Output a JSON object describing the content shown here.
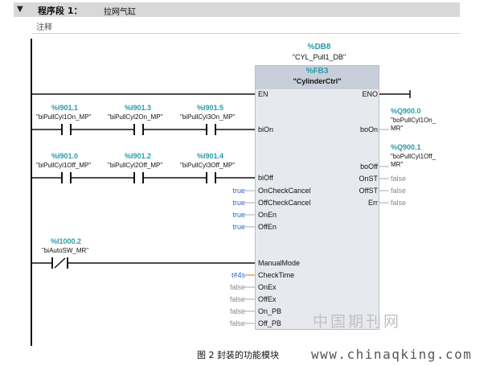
{
  "network": {
    "collapse_icon": "triangle-down-icon",
    "title": "程序段 1：",
    "name": "拉网气缸",
    "comment": "注释"
  },
  "block": {
    "db_address": "%DB8",
    "db_name": "\"CYL_Pull1_DB\"",
    "fb_address": "%FB3",
    "fb_name": "\"CylinderCtrl\""
  },
  "inputs": [
    {
      "label": "EN"
    },
    {
      "label": "biOn"
    },
    {
      "label": "biOff"
    },
    {
      "label": "OnCheckCancel",
      "value": "true"
    },
    {
      "label": "OffCheckCancel",
      "value": "true"
    },
    {
      "label": "OnEn",
      "value": "true"
    },
    {
      "label": "OffEn",
      "value": "true"
    },
    {
      "label": "ManualMode"
    },
    {
      "label": "CheckTime",
      "value": "t#4s"
    },
    {
      "label": "OnEx",
      "value": "false"
    },
    {
      "label": "OffEx",
      "value": "false"
    },
    {
      "label": "On_PB",
      "value": "false"
    },
    {
      "label": "Off_PB",
      "value": "false"
    }
  ],
  "outputs": [
    {
      "label": "ENO"
    },
    {
      "label": "boOn",
      "address": "%Q900.0",
      "symbol_line1": "\"boPullCyl1On_",
      "symbol_line2": "MR\""
    },
    {
      "label": "boOff",
      "address": "%Q900.1",
      "symbol_line1": "\"boPullCyl1Off_",
      "symbol_line2": "MR\""
    },
    {
      "label": "OnST",
      "value": "false"
    },
    {
      "label": "OffST",
      "value": "false"
    },
    {
      "label": "Err",
      "value": "false"
    }
  ],
  "contacts_on": [
    {
      "address": "%I901.1",
      "symbol": "\"biPullCyl1On_MP\""
    },
    {
      "address": "%I901.3",
      "symbol": "\"biPullCyl2On_MP\""
    },
    {
      "address": "%I901.5",
      "symbol": "\"biPullCyl3On_MP\""
    }
  ],
  "contacts_off": [
    {
      "address": "%I901.0",
      "symbol": "\"biPullCyl1Off_MP\""
    },
    {
      "address": "%I901.2",
      "symbol": "\"biPullCyl2Off_MP\""
    },
    {
      "address": "%I901.4",
      "symbol": "\"biPullCyl3Off_MP\""
    }
  ],
  "contact_manual": {
    "address": "%I1000.2",
    "symbol": "\"biAutoSW_MR\""
  },
  "caption": "图 2  封装的功能模块",
  "watermark": {
    "cn": "中国期刊网",
    "url": "www.chinaqking.com"
  }
}
